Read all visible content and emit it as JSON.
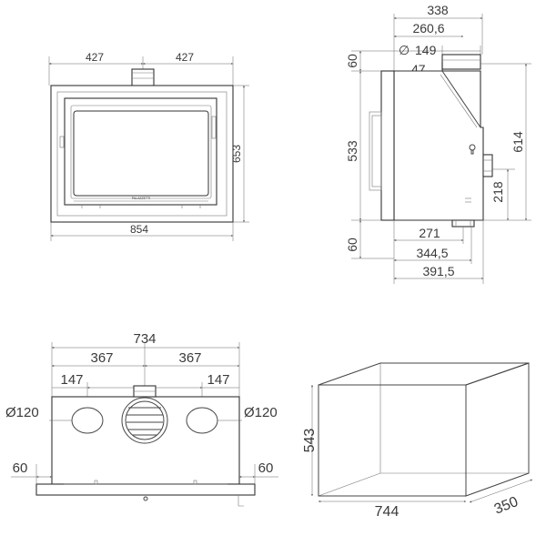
{
  "front_view": {
    "half_left": "427",
    "half_right": "427",
    "height": "653",
    "width": "854",
    "brand": "PALAZZETTI"
  },
  "side_view": {
    "depth_total": "338",
    "flue_offset": "260,6",
    "flue_diameter": "149",
    "diameter_symbol": "∅",
    "top_offset": "60",
    "collar": "47",
    "height_front": "533",
    "height_total": "614",
    "outlet_height": "218",
    "bottom_offset": "60",
    "bottom_1": "271",
    "bottom_2": "344,5",
    "bottom_3": "391,5"
  },
  "top_view": {
    "width_total": "734",
    "half_left": "367",
    "half_right": "367",
    "hole_offset_left": "147",
    "hole_offset_right": "147",
    "hole_dia_left": "Ø120",
    "hole_dia_right": "Ø120",
    "side_left": "60",
    "side_right": "60"
  },
  "box_view": {
    "height": "543",
    "width": "744",
    "depth": "350"
  }
}
